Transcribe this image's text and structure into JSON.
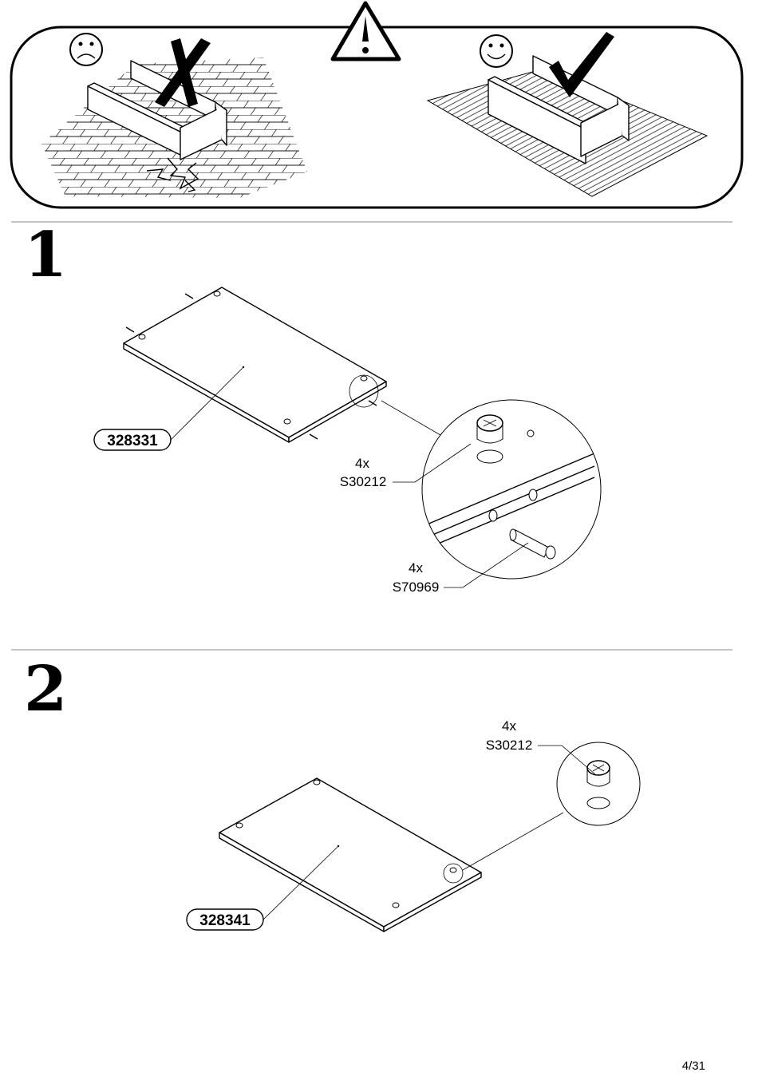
{
  "warning": {
    "bad_face_icon": "sad-face-icon",
    "good_face_icon": "smiley-face-icon",
    "wrong_mark_icon": "cross-mark-icon",
    "right_mark_icon": "check-mark-icon",
    "warning_icon": "warning-triangle-icon"
  },
  "step1": {
    "number": "1",
    "part_number": "328331",
    "callout_a": {
      "qty": "4x",
      "code": "S30212"
    },
    "callout_b": {
      "qty": "4x",
      "code": "S70969"
    }
  },
  "step2": {
    "number": "2",
    "part_number": "328341",
    "callout_a": {
      "qty": "4x",
      "code": "S30212"
    }
  },
  "footer": {
    "page": "4/31"
  }
}
